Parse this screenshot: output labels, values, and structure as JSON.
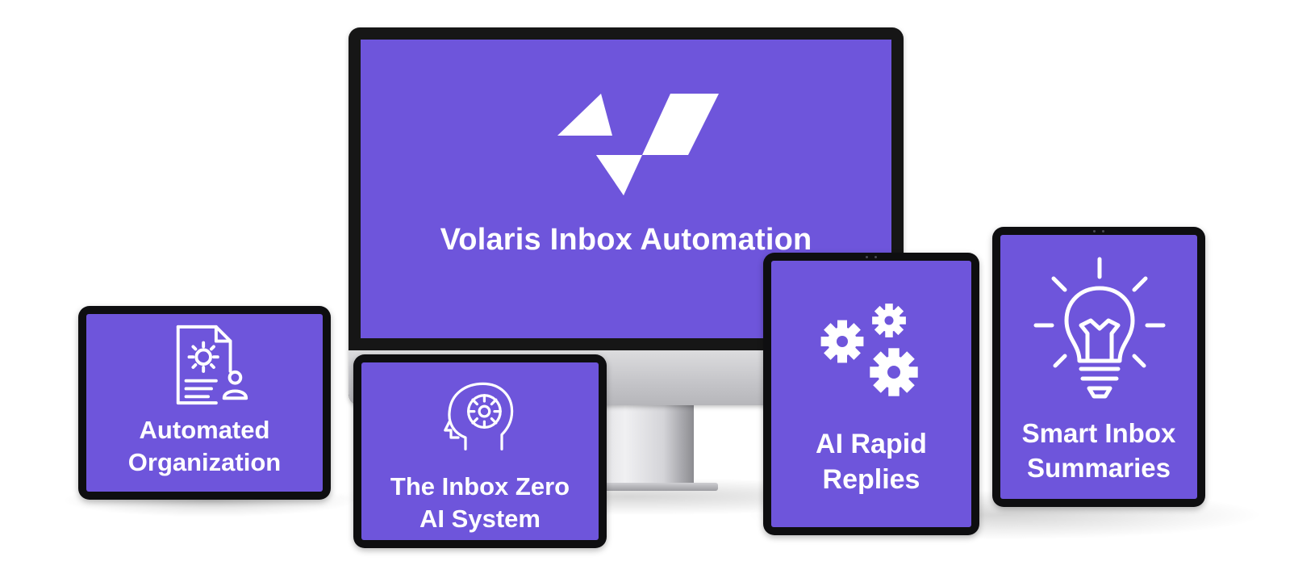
{
  "hero": {
    "title": "Volaris Inbox Automation",
    "logo_icon": "volaris-v-logo"
  },
  "devices": [
    {
      "label_line1": "Automated",
      "label_line2": "Organization",
      "icon": "document-gear-user-icon"
    },
    {
      "label_line1": "The Inbox Zero",
      "label_line2": "AI System",
      "icon": "head-brain-gear-icon"
    },
    {
      "label_line1": "AI Rapid",
      "label_line2": "Replies",
      "icon": "gears-icon"
    },
    {
      "label_line1": "Smart Inbox",
      "label_line2": "Summaries",
      "icon": "lightbulb-icon"
    }
  ],
  "colors": {
    "screen": "#6e55db",
    "bezel": "#0e0e10",
    "text": "#ffffff"
  }
}
